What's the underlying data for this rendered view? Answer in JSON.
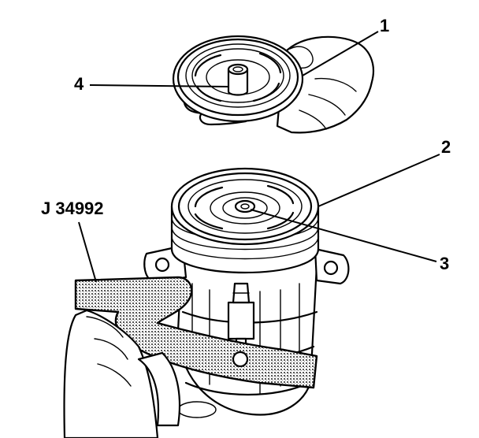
{
  "callouts": {
    "c1": "1",
    "c2": "2",
    "c3": "3",
    "c4": "4",
    "tool": "J 34992"
  },
  "colors": {
    "ink": "#000000",
    "shade": "#7a7a7a",
    "paper": "#ffffff"
  }
}
